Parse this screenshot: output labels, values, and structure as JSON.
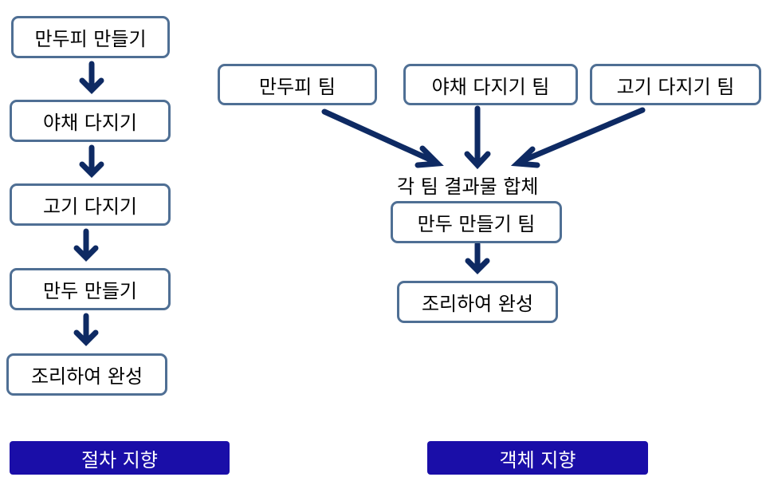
{
  "procedural": {
    "steps": [
      "만두피 만들기",
      "야채 다지기",
      "고기 다지기",
      "만두 만들기",
      "조리하여 완성"
    ],
    "label": "절차 지향"
  },
  "object_oriented": {
    "teams": [
      "만두피 팀",
      "야채 다지기 팀",
      "고기 다지기 팀"
    ],
    "merge_label": "각 팀 결과물 합체",
    "assembly": "만두 만들기 팀",
    "final": "조리하여 완성",
    "label": "객체 지향"
  },
  "colors": {
    "arrow": "#0e2a63",
    "box_border": "#4f6f94",
    "badge_bg": "#1a0ea8",
    "badge_text": "#ffffff"
  }
}
